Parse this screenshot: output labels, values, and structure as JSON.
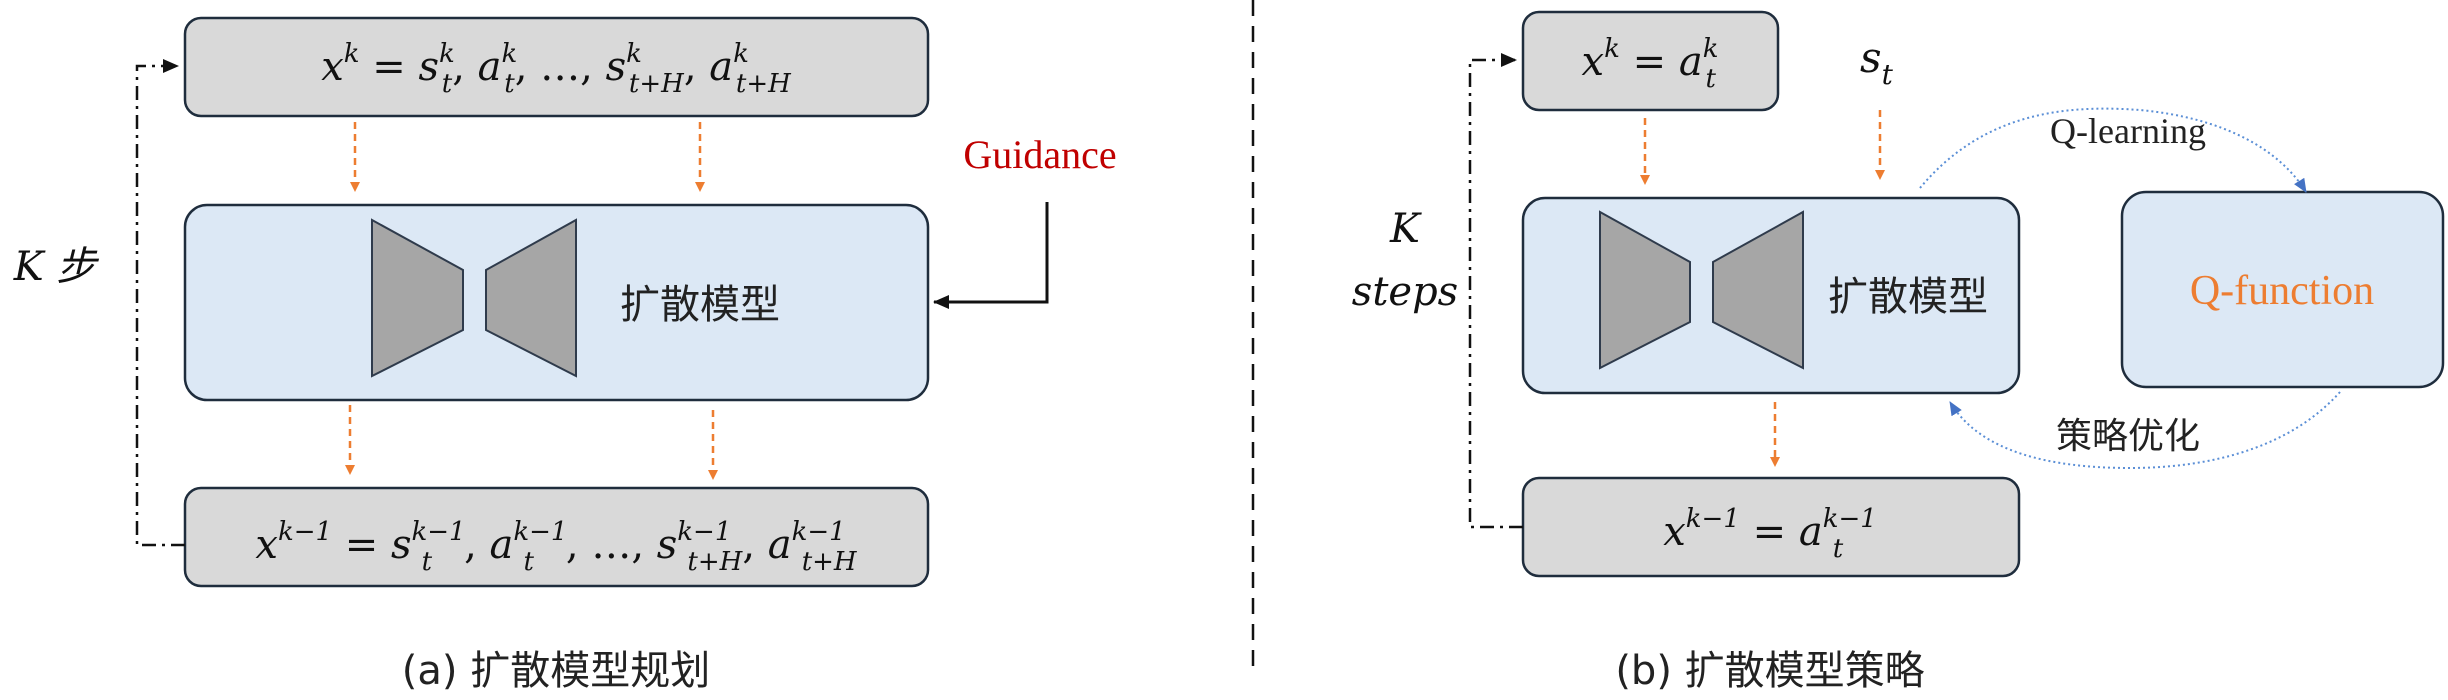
{
  "left_panel": {
    "top_formula": "x^k = s_t^k, a_t^k, …, s_{t+H}^k, a_{t+H}^k",
    "model_label": "扩散模型",
    "guidance_label": "Guidance",
    "bottom_formula": "x^{k-1} = s_t^{k-1}, a_t^{k-1}, …, s_{t+H}^{k-1}, a_{t+H}^{k-1}",
    "loop_label": "K 步",
    "caption": "(a) 扩散模型规划"
  },
  "right_panel": {
    "top_formula": "x^k = a_t^k",
    "state_label": "s_t",
    "model_label": "扩散模型",
    "q_learning_label": "Q-learning",
    "q_function_label": "Q-function",
    "policy_opt_label": "策略优化",
    "bottom_formula": "x^{k-1} = a_t^{k-1}",
    "loop_label": [
      "K",
      "steps"
    ],
    "caption": "(b) 扩散模型策略"
  },
  "colors": {
    "box_gray": "#d9d9d9",
    "box_blue": "#dce8f5",
    "stroke_dark": "#1f2d3d",
    "orange": "#ed7d31",
    "guidance_red": "#c00000",
    "curve_blue": "#5b8fd6",
    "trapezoid_gray": "#a6a6a6"
  }
}
